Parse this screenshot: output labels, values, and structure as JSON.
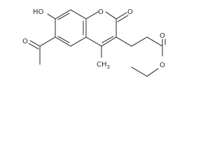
{
  "molecule": {
    "labels": {
      "hydroxyl": "HO",
      "ring_oxygen": "O",
      "carbonyl_oxygen": "O",
      "acetyl_oxygen": "O",
      "ester_carbonyl_oxygen": "O",
      "ester_oxygen": "O",
      "methyl": "CH",
      "methyl_subscript": "3"
    },
    "colors": {
      "bond": "#3a3a3a",
      "text": "#2e2e2e",
      "background": "#ffffff"
    }
  }
}
